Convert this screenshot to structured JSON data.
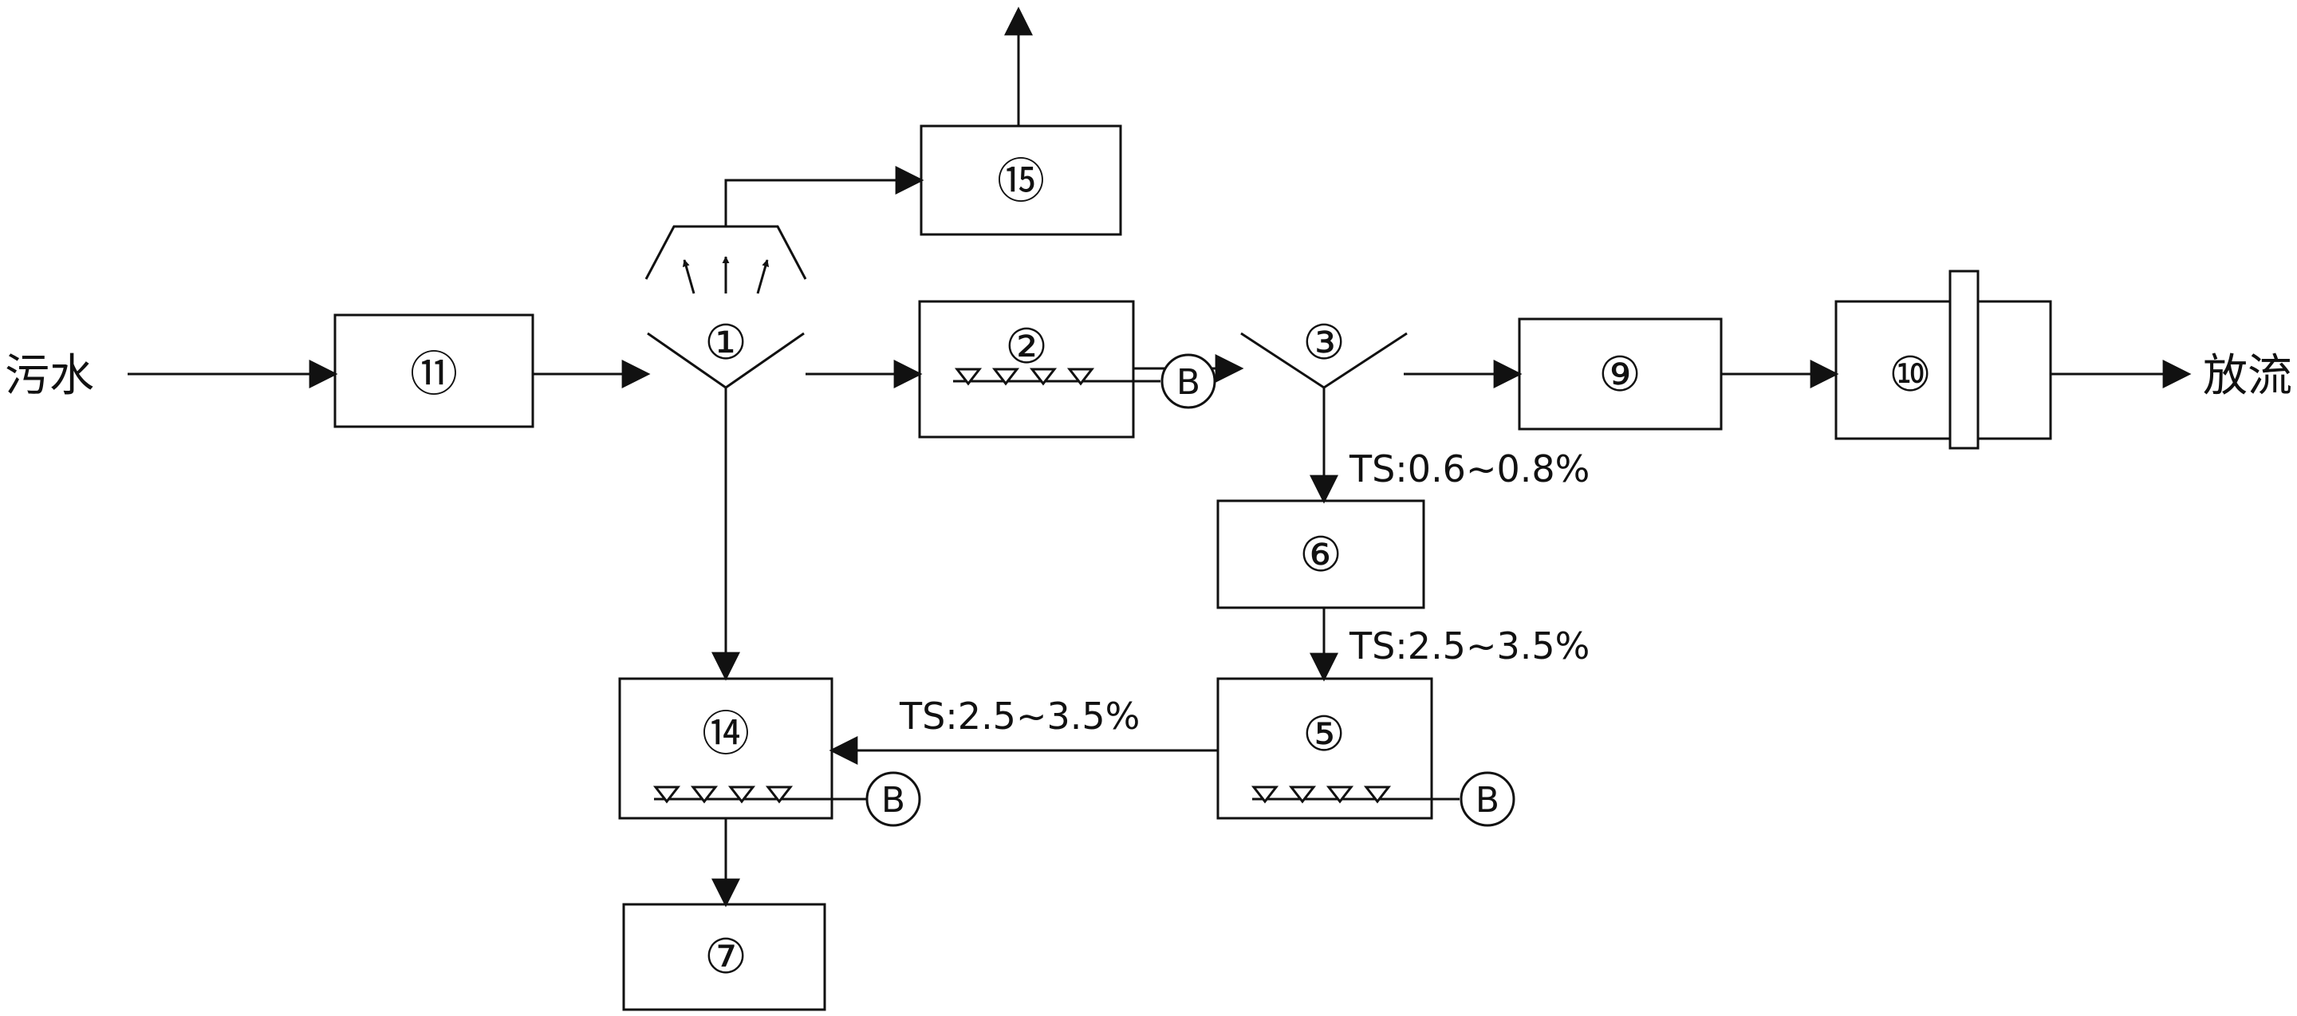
{
  "labels": {
    "input": "污水",
    "output": "放流",
    "node_11": "⑪",
    "node_1": "①",
    "node_2": "②",
    "node_3": "③",
    "node_9": "⑨",
    "node_10": "⑩",
    "node_15": "⑮",
    "node_6": "⑥",
    "node_5": "⑤",
    "node_14": "⑭",
    "node_7": "⑦",
    "blower": "B",
    "ts_3_to_6": "TS:0.6~0.8%",
    "ts_6_to_5": "TS:2.5~3.5%",
    "ts_5_to_14": "TS:2.5~3.5%"
  },
  "colors": {
    "line": "#111111",
    "background": "#ffffff"
  }
}
